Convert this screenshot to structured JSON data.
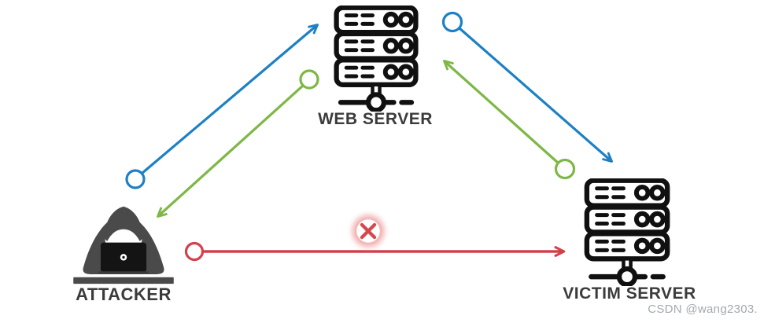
{
  "nodes": {
    "attacker": {
      "label": "ATTACKER",
      "icon": "hooded-hacker-with-laptop"
    },
    "web_server": {
      "label": "WEB SERVER",
      "icon": "server-rack"
    },
    "victim_server": {
      "label": "VICTIM SERVER",
      "icon": "server-rack"
    }
  },
  "connections": [
    {
      "from": "attacker",
      "to": "web_server",
      "color": "blue",
      "start": "circle",
      "end": "arrow"
    },
    {
      "from": "web_server",
      "to": "attacker",
      "color": "green",
      "start": "circle",
      "end": "arrow"
    },
    {
      "from": "web_server",
      "to": "victim_server",
      "color": "blue",
      "start": "circle",
      "end": "arrow"
    },
    {
      "from": "victim_server",
      "to": "web_server",
      "color": "green",
      "start": "circle",
      "end": "arrow"
    },
    {
      "from": "attacker",
      "to": "victim_server",
      "color": "red",
      "start": "circle",
      "end": "arrow",
      "blocked": true
    }
  ],
  "blocked_badge": {
    "symbol": "x-circle"
  },
  "colors": {
    "blue": "#1e80c4",
    "green": "#7db845",
    "red": "#d2414b",
    "label": "#3b3b3b",
    "icon": "#101010",
    "body": "#4a4a4a",
    "watermark": "#a4aab0",
    "xred": "#d4494f",
    "halo": "#f0a2a2",
    "ring": "#f3b8b8"
  },
  "watermark": {
    "text": "CSDN @wang2303."
  }
}
